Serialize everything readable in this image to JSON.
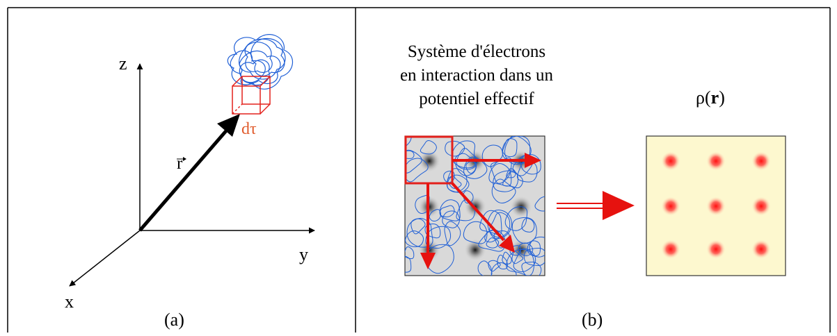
{
  "panel_a": {
    "axis_z": "z",
    "axis_y": "y",
    "axis_x": "x",
    "vector_label": "r",
    "volume_label": "dτ",
    "caption": "(a)"
  },
  "panel_b": {
    "title_lines": [
      "Système d'électrons",
      "en interaction dans un",
      "potentiel effectif"
    ],
    "density_label_rho": "ρ(",
    "density_label_r": "r",
    "density_label_close": ")",
    "caption": "(b)"
  },
  "colors": {
    "frame": "#000000",
    "orbit_blue": "#1f5fd6",
    "box_red": "#e3201b",
    "arrow_red": "#e6120f",
    "density_bg": "#fdf8cf",
    "density_dot": "#e8181c",
    "system_bg": "#d9d9d9",
    "dtau_label": "#e05a2b"
  }
}
